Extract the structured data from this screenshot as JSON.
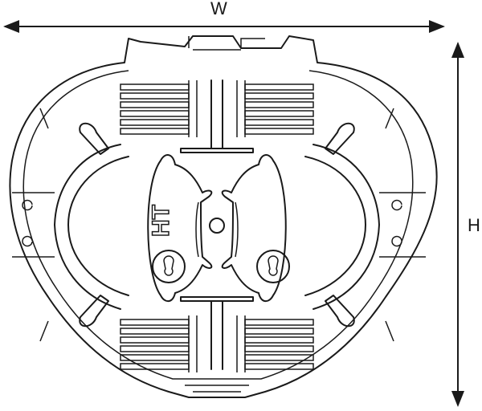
{
  "dimensions": {
    "width_label": "W",
    "height_label": "H"
  },
  "logo": {
    "text": "HT"
  },
  "colors": {
    "line": "#1a1a1a",
    "background": "#ffffff"
  }
}
